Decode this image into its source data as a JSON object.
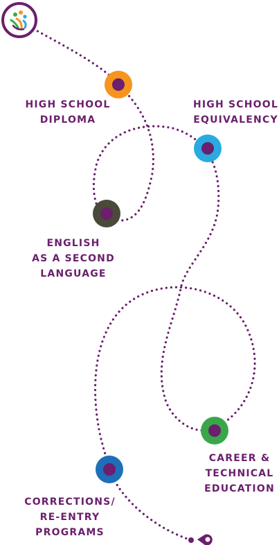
{
  "colors": {
    "path": "#6b1f6c",
    "node_center": "#6b1f6c",
    "text": "#6b1f6c"
  },
  "logo": {
    "icon": "program-logo-icon"
  },
  "steps": [
    {
      "id": "high-school-diploma",
      "lines": [
        "HIGH SCHOOL",
        "DIPLOMA"
      ],
      "color": "#f7941d"
    },
    {
      "id": "high-school-equivalency",
      "lines": [
        "HIGH SCHOOL",
        "EQUIVALENCY"
      ],
      "color": "#29aae1"
    },
    {
      "id": "english-second-language",
      "lines": [
        "ENGLISH",
        "AS A SECOND",
        "LANGUAGE"
      ],
      "color": "#4a4a3a"
    },
    {
      "id": "career-technical-education",
      "lines": [
        "CAREER &",
        "TECHNICAL",
        "EDUCATION"
      ],
      "color": "#3aa64a"
    },
    {
      "id": "corrections-reentry",
      "lines": [
        "CORRECTIONS/",
        "RE-ENTRY",
        "PROGRAMS"
      ],
      "color": "#1e6fb8"
    }
  ],
  "end_marker": {
    "icon": "map-pin-icon"
  }
}
